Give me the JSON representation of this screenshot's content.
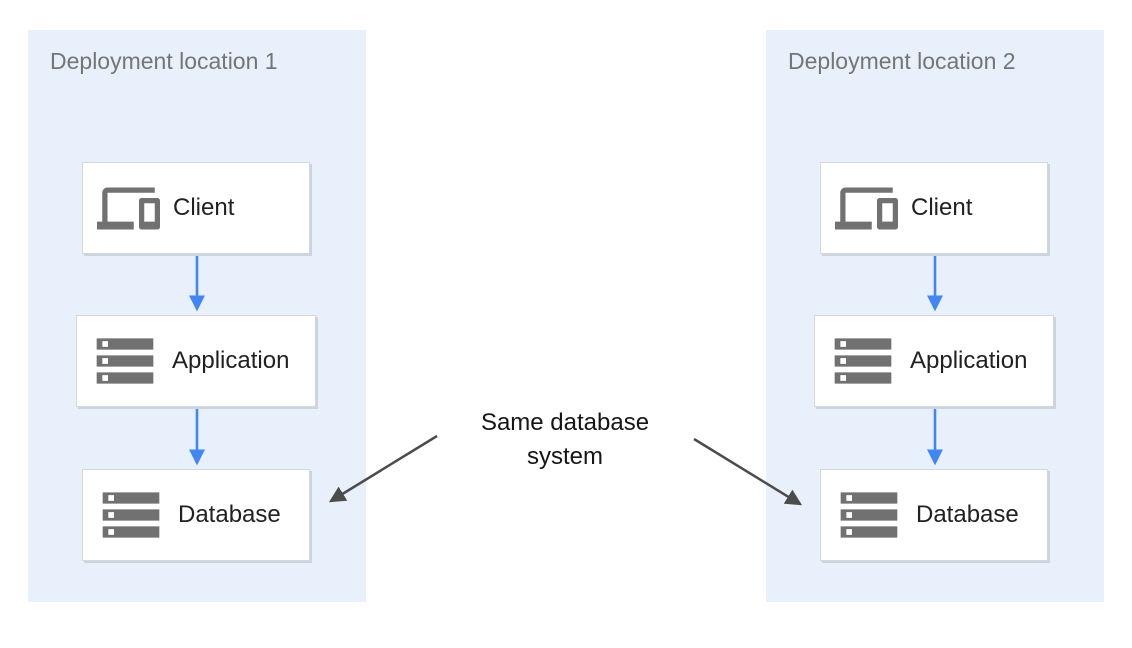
{
  "diagram": {
    "zones": [
      {
        "title": "Deployment location 1",
        "nodes": [
          {
            "label": "Client",
            "icon": "devices-icon"
          },
          {
            "label": "Application",
            "icon": "server-stack-icon"
          },
          {
            "label": "Database",
            "icon": "server-stack-icon"
          }
        ]
      },
      {
        "title": "Deployment location 2",
        "nodes": [
          {
            "label": "Client",
            "icon": "devices-icon"
          },
          {
            "label": "Application",
            "icon": "server-stack-icon"
          },
          {
            "label": "Database",
            "icon": "server-stack-icon"
          }
        ]
      }
    ],
    "annotation": "Same database system",
    "connections": [
      "zone1: Client -> Application",
      "zone1: Application -> Database",
      "zone2: Client -> Application",
      "zone2: Application -> Database",
      "annotation -> zone1 Database",
      "annotation -> zone2 Database"
    ],
    "colors": {
      "zone_background": "#e8f0fb",
      "flow_arrow_blue": "#4285f4",
      "callout_arrow_gray": "#4c4c4c",
      "node_border": "#d5d8db",
      "icon_gray": "#717171",
      "title_gray": "#757575",
      "label_color": "#212121"
    }
  }
}
